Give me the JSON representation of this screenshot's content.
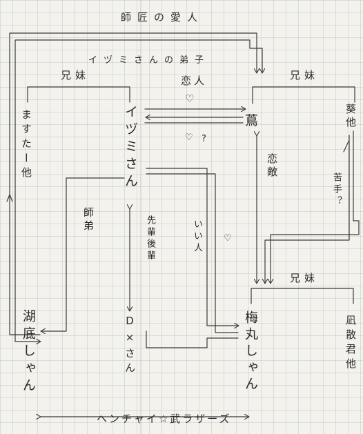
{
  "labels": {
    "master_lover": "師匠の愛人",
    "izumi_disciple": "イヅミさんの弟子",
    "lovers": "恋人",
    "heart_1": "♡",
    "heart_2": "♡",
    "question": "?",
    "heart_3": "♡",
    "sibling_top_left": "兄妹",
    "sibling_top_right": "兄妹",
    "sibling_mid_right": "兄妹",
    "rivals": "恋敵",
    "weakness": "苦手？",
    "fellow_pupil": "師弟",
    "senior_junior": "先輩後輩",
    "good_person": "いい人",
    "footer": "ヘンチャイ☆武ラザーズ"
  },
  "characters": {
    "izumi": "イヅミさん",
    "tsuta": "蔦",
    "aoi": "葵他",
    "masuta": "ますたー他",
    "kotei": "湖底しゃん",
    "dx": "D×さん",
    "umemaru": "梅丸しゃん",
    "rinsan": "凪散君他"
  },
  "colors": {
    "ink": "#2b2b2b",
    "paper": "#f4f2ec",
    "grid": "#9aa0aa"
  }
}
